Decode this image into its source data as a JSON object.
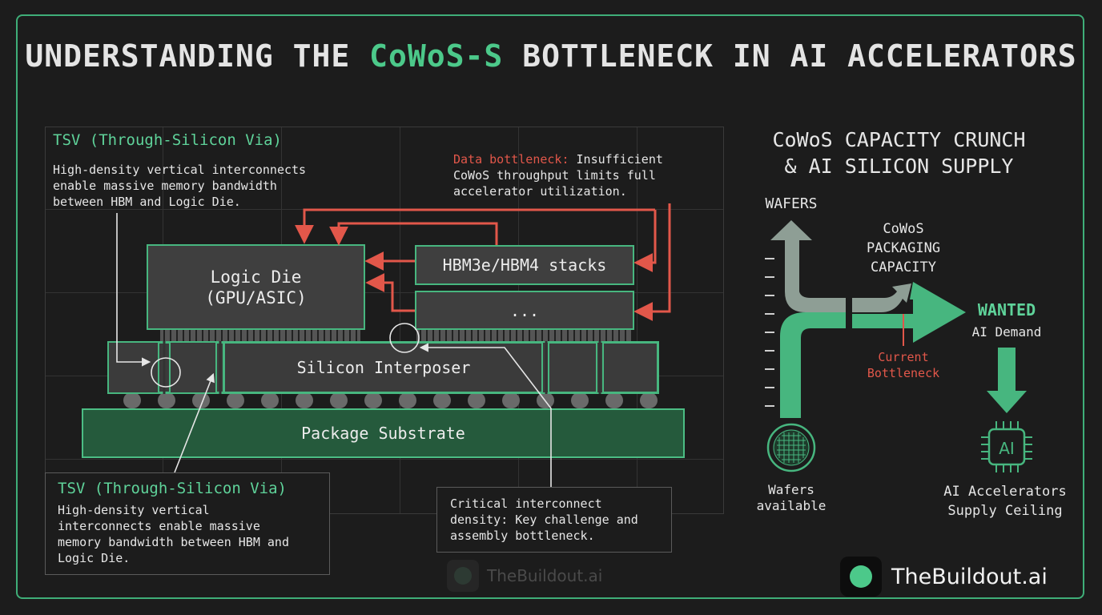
{
  "title": {
    "part1": "UNDERSTANDING THE ",
    "highlight": "CoWoS-S",
    "part2": " BOTTLENECK IN AI ACCELERATORS"
  },
  "tsv_top": {
    "title": "TSV (Through-Silicon Via)",
    "desc": "High-density vertical interconnects\nenable massive memory bandwidth\nbetween HBM and Logic Die."
  },
  "bottleneck_callout": {
    "label": "Data bottleneck:",
    "text": " Insufficient\nCoWoS throughput limits full\naccelerator utilization."
  },
  "logic_die": {
    "label": "Logic Die\n(GPU/ASIC)"
  },
  "hbm": {
    "top": "HBM3e/HBM4 stacks",
    "bottom": "..."
  },
  "interposer": {
    "label": "Silicon Interposer"
  },
  "substrate": {
    "label": "Package Substrate"
  },
  "tsv_bottom": {
    "title": "TSV (Through-Silicon Via)",
    "desc": "High-density vertical\ninterconnects enable massive\nmemory bandwidth between HBM and\nLogic Die."
  },
  "critical": {
    "text": "Critical interconnect\ndensity: Key challenge and\nassembly bottleneck."
  },
  "watermark_faint": "TheBuildout.ai",
  "right_panel": {
    "title": "CoWoS CAPACITY CRUNCH\n& AI SILICON SUPPLY",
    "wafers": "WAFERS",
    "packaging": "CoWoS\nPACKAGING\nCAPACITY",
    "wanted": "WANTED",
    "demand": "AI Demand",
    "bottleneck": "Current\nBottleneck",
    "wafers_available": "Wafers\navailable",
    "accelerators": "AI Accelerators\nSupply Ceiling",
    "chip_text": "AI"
  },
  "brand": "TheBuildout.ai",
  "colors": {
    "accent": "#4cc98a",
    "alert": "#e2574a",
    "background": "#1c1c1c"
  }
}
